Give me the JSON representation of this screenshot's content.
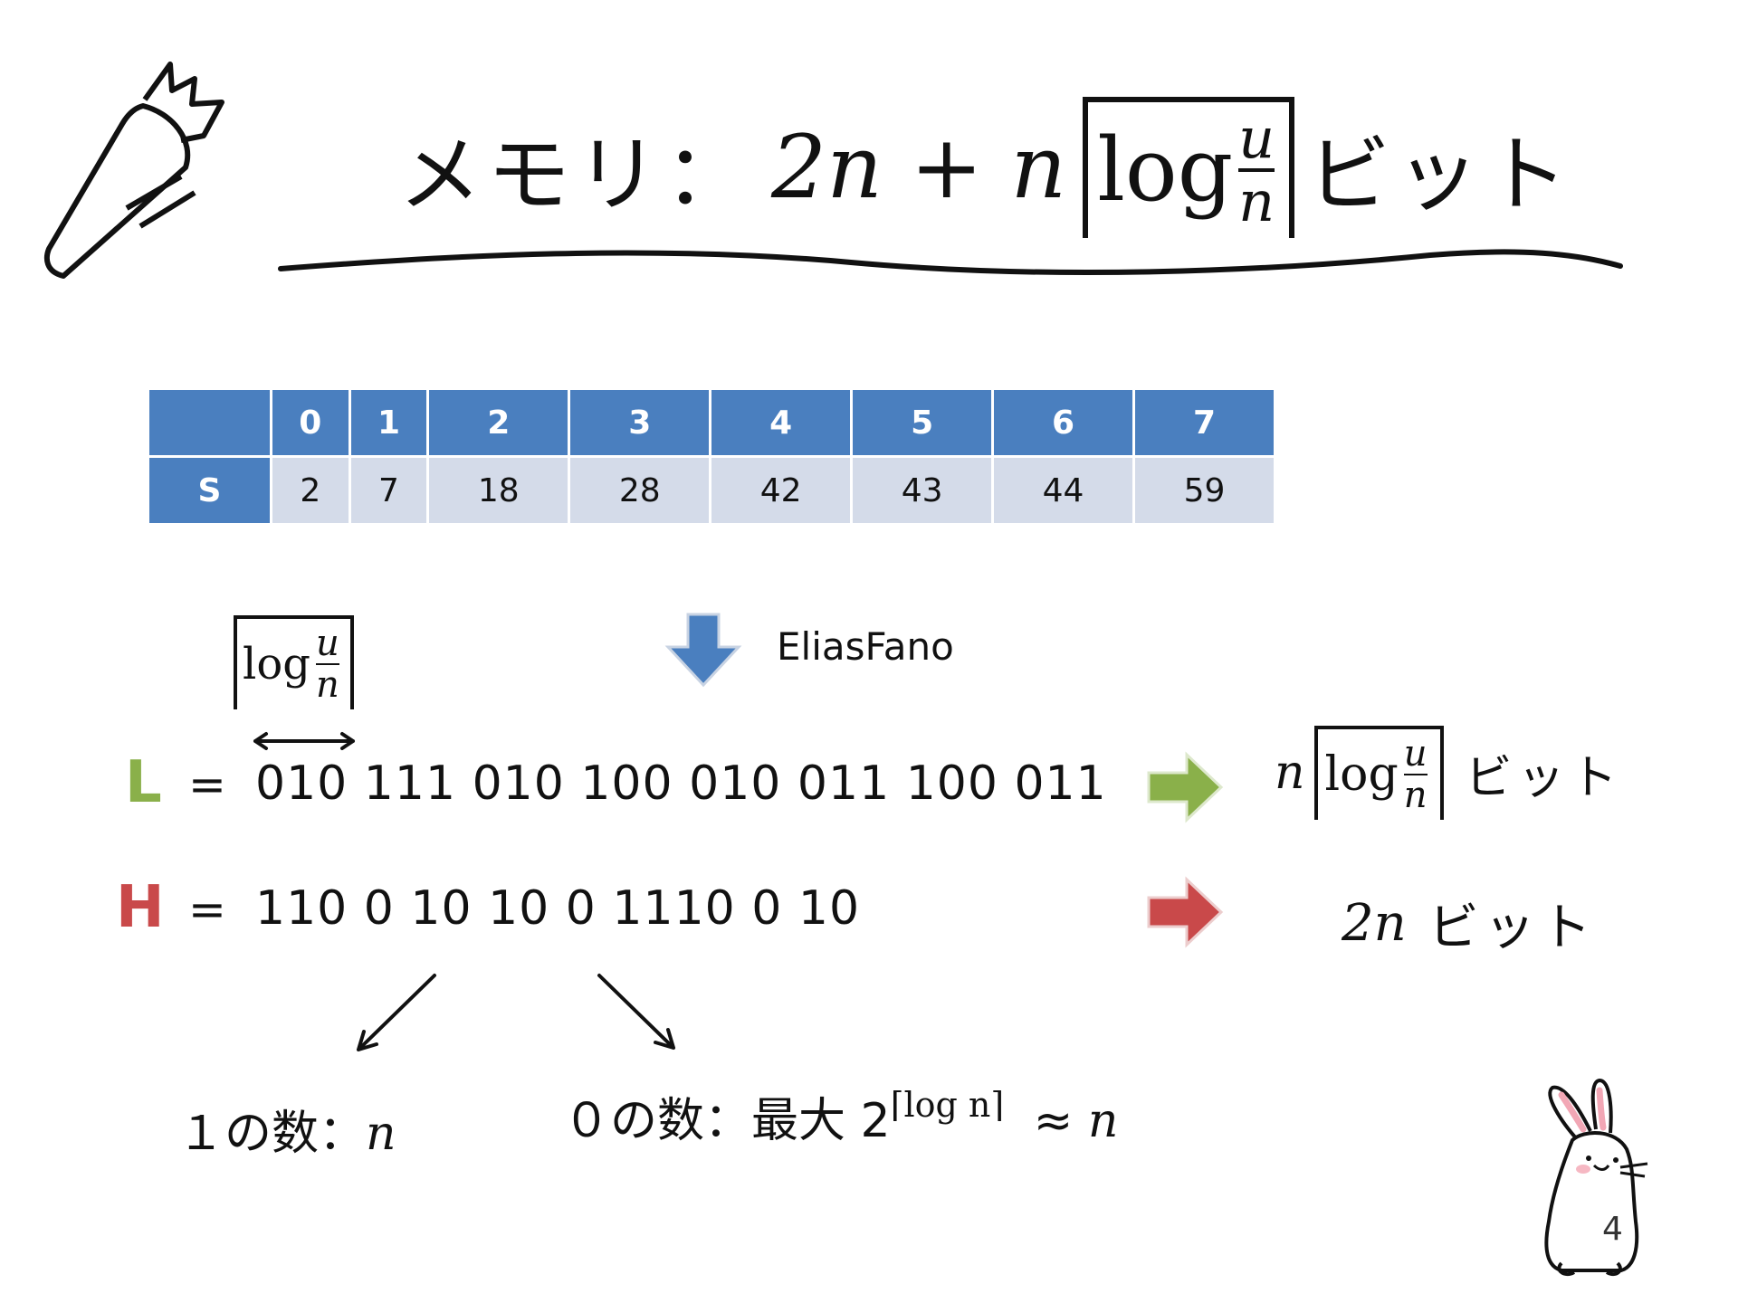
{
  "title": {
    "prefix": "メモリ：",
    "formula_lead": "2n + n",
    "log": "log",
    "frac_num": "u",
    "frac_den": "n",
    "suffix": "ビット"
  },
  "table": {
    "headers": [
      "",
      "0",
      "1",
      "2",
      "3",
      "4",
      "5",
      "6",
      "7"
    ],
    "row_label": "S",
    "values": [
      "2",
      "7",
      "18",
      "28",
      "42",
      "43",
      "44",
      "59"
    ]
  },
  "encoding": {
    "method_label": "EliasFano",
    "arrow_color": "#4a7fbf",
    "width_annotation": {
      "log": "log",
      "num": "u",
      "den": "n"
    },
    "low": {
      "label": "L",
      "color": "#8ab04a",
      "eq": "=",
      "bits": "010 111 010 100 010 011 100 011",
      "result_var": "n",
      "result_log": "log",
      "result_num": "u",
      "result_den": "n",
      "result_unit": "ビット"
    },
    "high": {
      "label": "H",
      "color": "#c9494a",
      "eq": "=",
      "bits": "110 0 10 10 0 1110 0 10",
      "result_var": "2n",
      "result_unit": "ビット"
    }
  },
  "counts": {
    "ones_label": "１の数：",
    "ones_value": "n",
    "zeros_label": "０の数：最大 2",
    "zeros_exp": "⌈log n⌉",
    "zeros_tail": "≈",
    "zeros_value": "n"
  },
  "page_number": "4"
}
